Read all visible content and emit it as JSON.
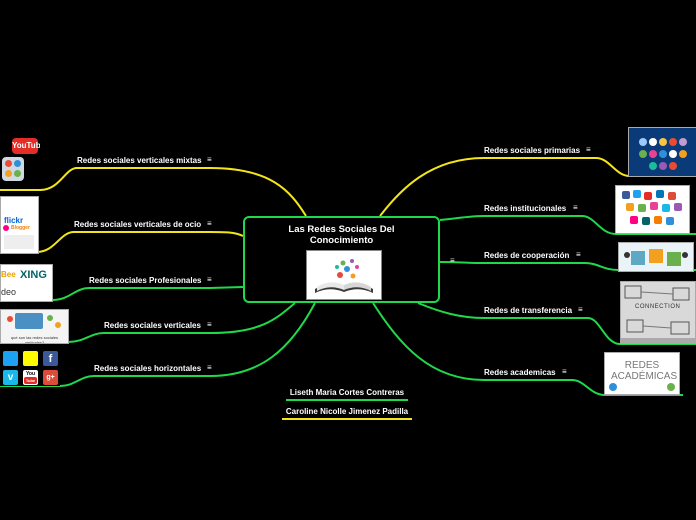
{
  "center": {
    "title": "Las Redes Sociales Del Conocimiento",
    "menu": "≡"
  },
  "left_topics": [
    {
      "label": "Redes sociales verticales mixtas",
      "menu": "≡"
    },
    {
      "label": "Redes sociales verticales de ocio",
      "menu": "≡"
    },
    {
      "label": "Redes sociales Profesionales",
      "menu": "≡"
    },
    {
      "label": "Redes sociales verticales",
      "menu": "≡"
    },
    {
      "label": "Redes sociales horizontales",
      "menu": "≡"
    }
  ],
  "right_topics": [
    {
      "label": "Redes sociales primarias",
      "menu": "≡"
    },
    {
      "label": "Redes institucionales",
      "menu": "≡"
    },
    {
      "label": "Redes de cooperación",
      "menu": "≡"
    },
    {
      "label": "Redes de transferencia",
      "menu": "≡"
    },
    {
      "label": "Redes academicas",
      "menu": "≡"
    }
  ],
  "authors": [
    "Liseth Maria Cortes Contreras",
    "Caroline Nicolle Jimenez Padilla"
  ],
  "thumb_text": {
    "youtube": "YouTube",
    "flickr": "flickr",
    "blogger": "Blogger",
    "xing": "XING",
    "viadeo": "deo",
    "redes_caption": "qué son las redes sociales verticales?",
    "connection": "CONNECTION",
    "redes_academicas": "REDES ACADÉMICAS",
    "you": "You",
    "tube": "Tube"
  },
  "colors": {
    "background": "#000000",
    "center_border": "#1fd94b",
    "yellow_branch": "#f2e51a",
    "green_branch": "#1fd94b"
  }
}
